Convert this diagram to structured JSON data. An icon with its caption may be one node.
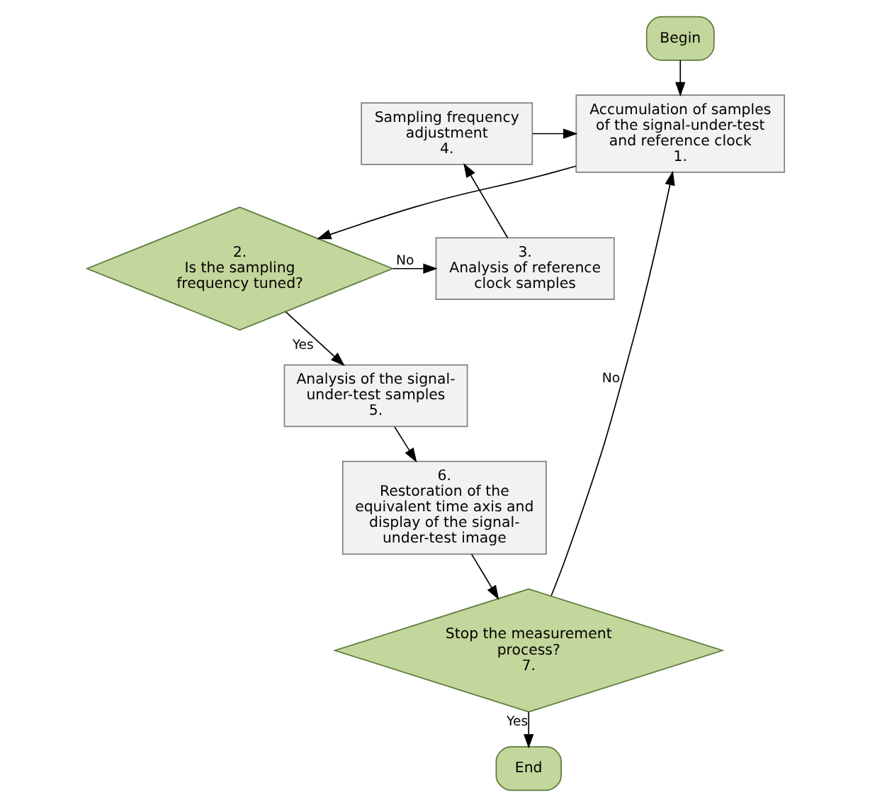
{
  "diagram": {
    "nodes": [
      {
        "text": [
          "Begin"
        ]
      },
      {
        "text": [
          "Accumulation of samples of the signal-under-test and reference clock",
          "1."
        ]
      },
      {
        "text": [
          "2.",
          "Is the sampling frequency tuned?"
        ]
      },
      {
        "text": [
          "3.",
          "Analysis of reference clock samples"
        ]
      },
      {
        "text": [
          "Sampling frequency adjustment",
          "4."
        ]
      },
      {
        "text": [
          "Analysis of the signal-under-test samples",
          "5."
        ]
      },
      {
        "text": [
          "6.",
          "Restoration of the equivalent time axis and display of the signal-under-test image"
        ]
      },
      {
        "text": [
          "Stop the measurement process?",
          "7."
        ]
      },
      {
        "text": [
          "End"
        ]
      }
    ],
    "edges": [
      {
        "from": 0,
        "to": 1,
        "arrow": "to"
      },
      {
        "from": 1,
        "to": 2,
        "arrow": "to"
      },
      {
        "from": 2,
        "to": 3,
        "arrow": "to",
        "label": "No"
      },
      {
        "from": 3,
        "to": 4,
        "arrow": "to"
      },
      {
        "from": 4,
        "to": 1,
        "arrow": "to"
      },
      {
        "from": 2,
        "to": 5,
        "arrow": "to",
        "label": "Yes"
      },
      {
        "from": 5,
        "to": 6,
        "arrow": "to"
      },
      {
        "from": 6,
        "to": 7,
        "arrow": "to"
      },
      {
        "from": 7,
        "to": 1,
        "arrow": "to",
        "label": "No"
      },
      {
        "from": 7,
        "to": 8,
        "arrow": "to",
        "label": "Yes"
      }
    ]
  }
}
